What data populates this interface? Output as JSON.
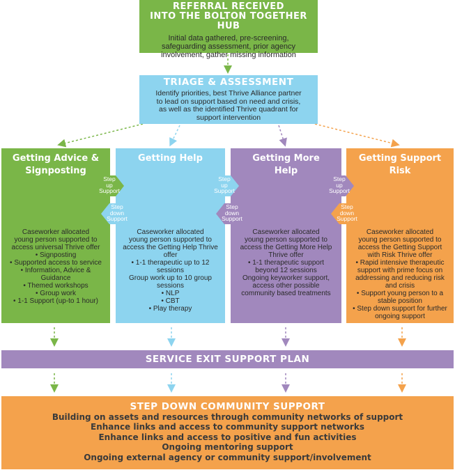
{
  "referral": {
    "title_line1": "REFERRAL RECEIVED",
    "title_line2": "INTO THE BOLTON TOGETHER HUB",
    "lines": [
      "Initial data gathered, pre-screening,",
      "safeguarding assessment, prior agency",
      "involvement, gather missing information"
    ]
  },
  "triage": {
    "title": "TRIAGE & ASSESSMENT",
    "lines": [
      "Identify priorities, best Thrive Alliance partner",
      "to lead on support based on need and crisis,",
      "as well as the identified Thrive quadrant for",
      "support intervention"
    ]
  },
  "step_up": [
    "Step",
    "up",
    "Support"
  ],
  "step_down": [
    "Step",
    "down",
    "Support"
  ],
  "columns": [
    {
      "heading": [
        "Getting Advice &",
        "Signposting"
      ],
      "lines": [
        "Caseworker allocated",
        "young person supported to",
        "access universal Thrive offer",
        "• Signposting",
        "• Supported access to service",
        "• Information, Advice &",
        "Guidance",
        "• Themed workshops",
        "• Group work",
        "• 1-1 Support (up-to 1 hour)"
      ]
    },
    {
      "heading": [
        "Getting Help",
        ""
      ],
      "lines": [
        "Caseworker allocated",
        "young person supported to",
        "access the Getting Help Thrive",
        "offer",
        "• 1-1 therapeutic up to 12",
        "sessions",
        "Group work up to 10 group",
        "sessions",
        "• NLP",
        "• CBT",
        "• Play therapy"
      ]
    },
    {
      "heading": [
        "Getting More",
        "Help"
      ],
      "lines": [
        "Caseworker allocated",
        "young person supported to",
        "access the Getting More Help",
        "Thrive offer",
        "• 1-1 therapeutic support",
        "beyond 12 sessions",
        "Ongoing keyworker support,",
        "access other possible",
        "community based treatments"
      ]
    },
    {
      "heading": [
        "Getting Support",
        "Risk"
      ],
      "lines": [
        "Caseworker allocated",
        "young person supported to",
        "access the Getting Support",
        "with Risk Thrive offer",
        "• Rapid intensive therapeutic",
        "support with prime focus on",
        "addressing and reducing risk",
        "and crisis",
        "• Support young person to a",
        "stable position",
        "• Step down support for further",
        "ongoing support"
      ]
    }
  ],
  "exit": {
    "title": "SERVICE EXIT SUPPORT PLAN"
  },
  "bottom": {
    "title": "STEP DOWN COMMUNITY SUPPORT",
    "lines": [
      "Building on assets and resources through community networks of support",
      "Enhance links and access to community support networks",
      "Enhance links and access to positive and fun activities",
      "Ongoing mentoring support",
      "Ongoing external agency or community support/involvement"
    ]
  },
  "colors": {
    "green": "#7ab648",
    "blue": "#8dd4ef",
    "purple": "#a188bd",
    "orange": "#f4a24c"
  }
}
